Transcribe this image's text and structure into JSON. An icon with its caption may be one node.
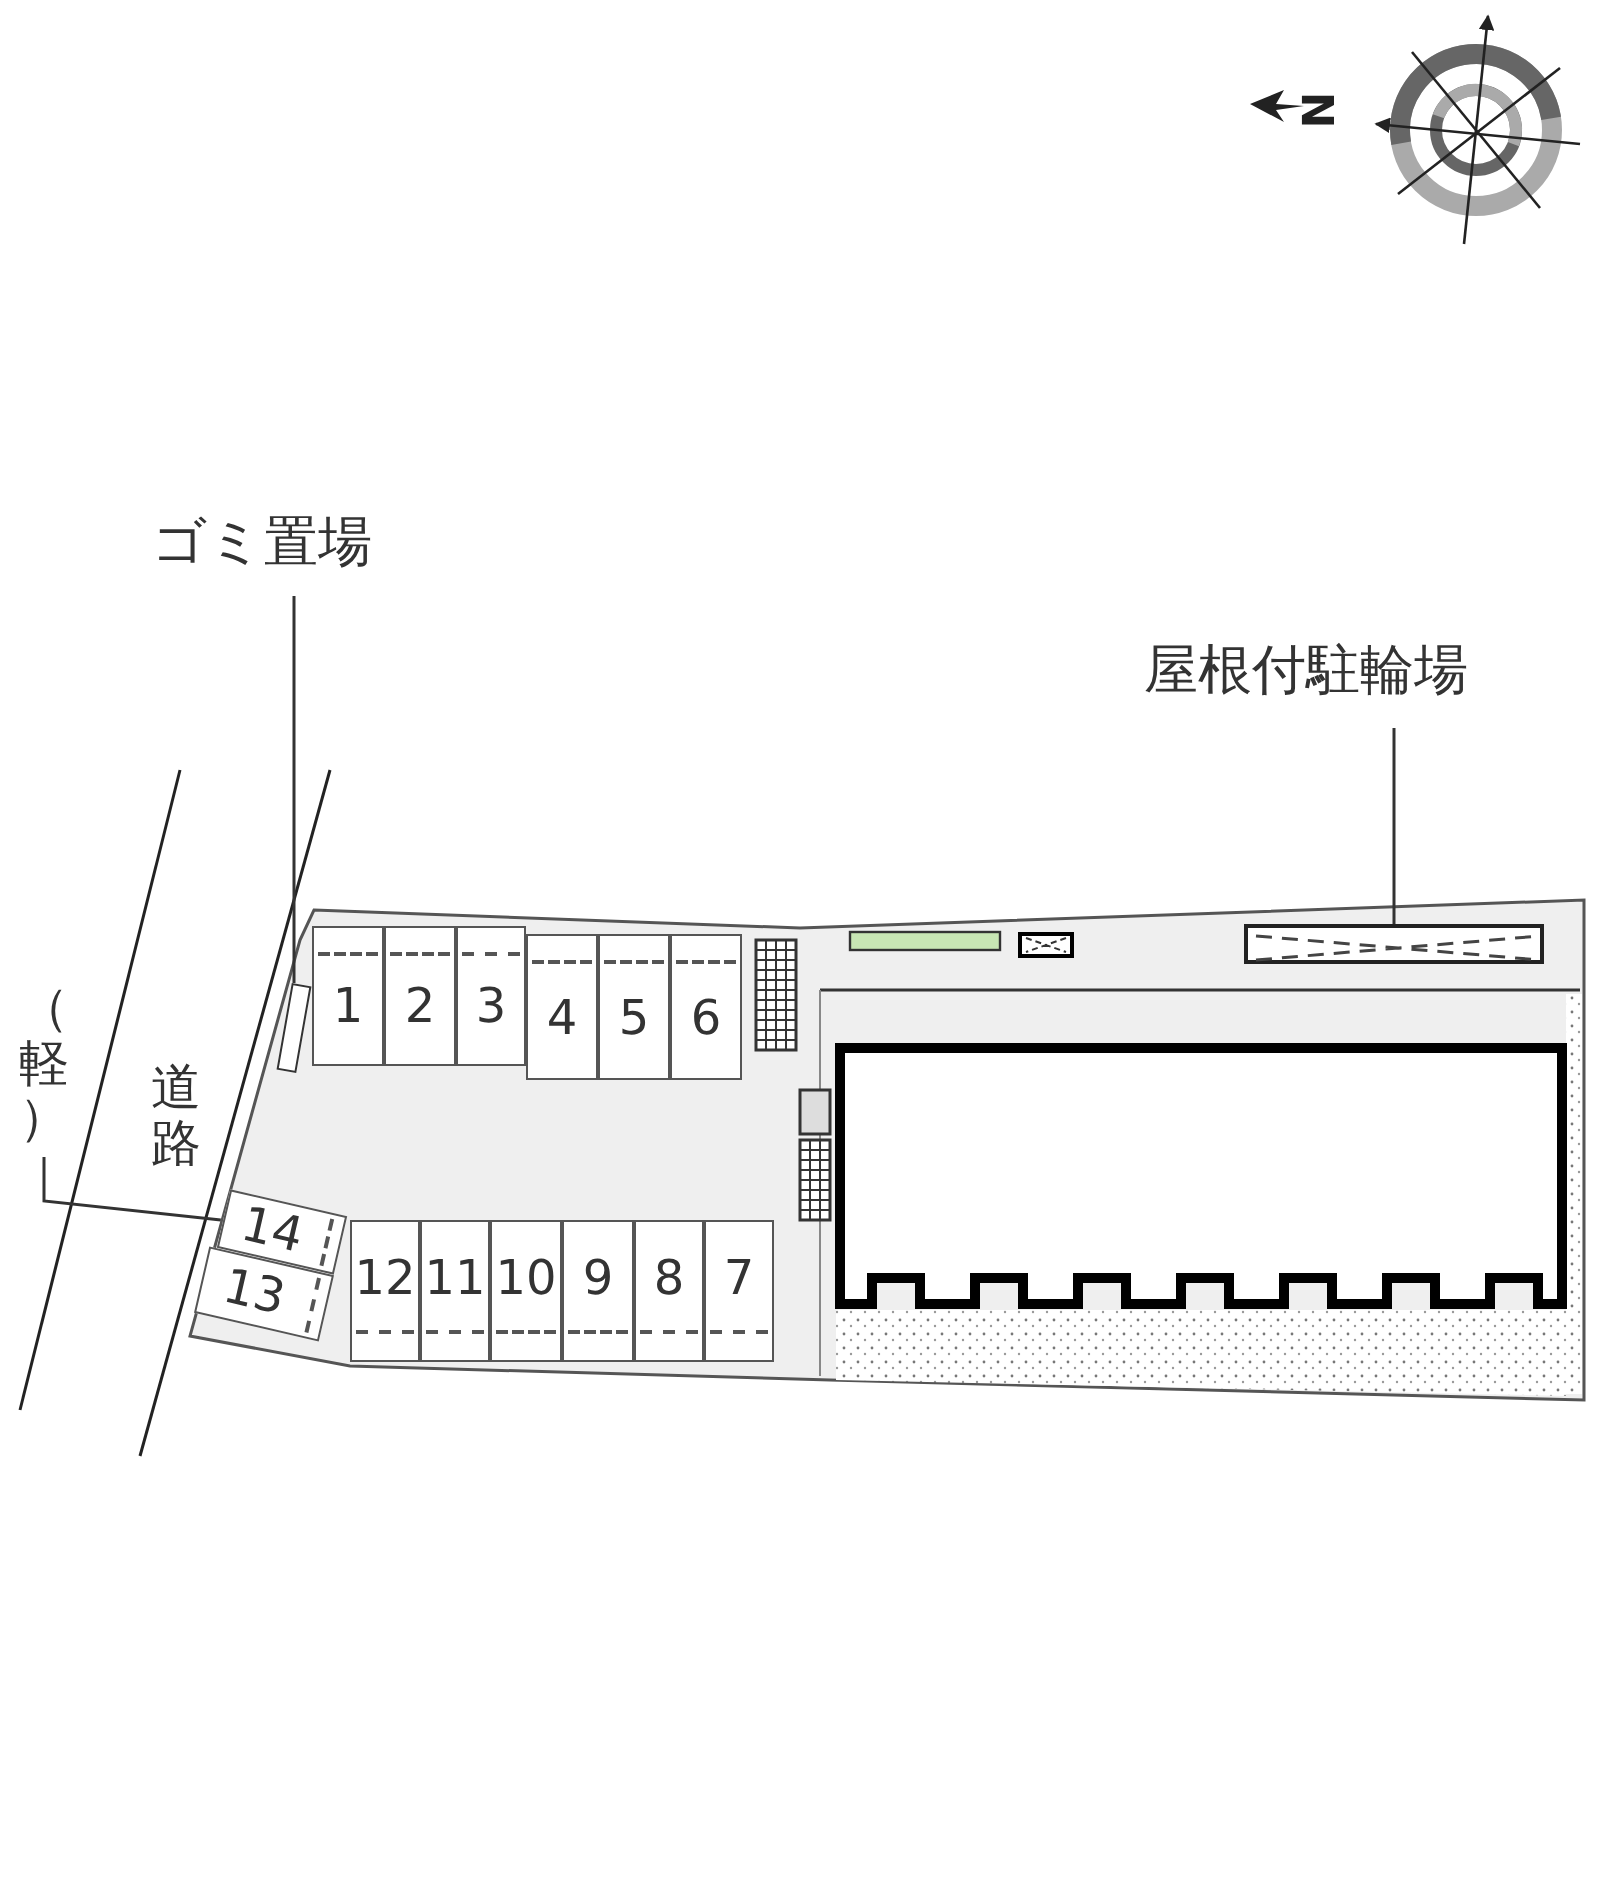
{
  "diagram": {
    "nodes": [
      {
        "text": [
          "ゴミ置場"
        ]
      },
      {
        "text": [],
        "shape": "box"
      },
      {
        "text": [
          "屋根付駐輪場"
        ]
      },
      {
        "text": [],
        "shape": "box"
      },
      {
        "text": [
          "（軽）"
        ]
      },
      {
        "text": [
          "1"
        ]
      },
      {
        "text": [
          "2"
        ]
      },
      {
        "text": [
          "3"
        ]
      },
      {
        "text": [
          "4"
        ]
      },
      {
        "text": [
          "5"
        ]
      },
      {
        "text": [
          "6"
        ]
      },
      {
        "text": [
          "7"
        ]
      },
      {
        "text": [
          "8"
        ]
      },
      {
        "text": [
          "9"
        ]
      },
      {
        "text": [
          "10"
        ]
      },
      {
        "text": [
          "11"
        ]
      },
      {
        "text": [
          "12"
        ]
      },
      {
        "text": [
          "13"
        ]
      },
      {
        "text": [
          "14"
        ]
      }
    ],
    "edges": [
      {
        "from": 0,
        "to": 1,
        "arrow": "none"
      },
      {
        "from": 2,
        "to": 3,
        "arrow": "none"
      },
      {
        "from": 4,
        "to": 18,
        "arrow": "none"
      }
    ],
    "labels": [
      "N",
      "道路"
    ]
  }
}
